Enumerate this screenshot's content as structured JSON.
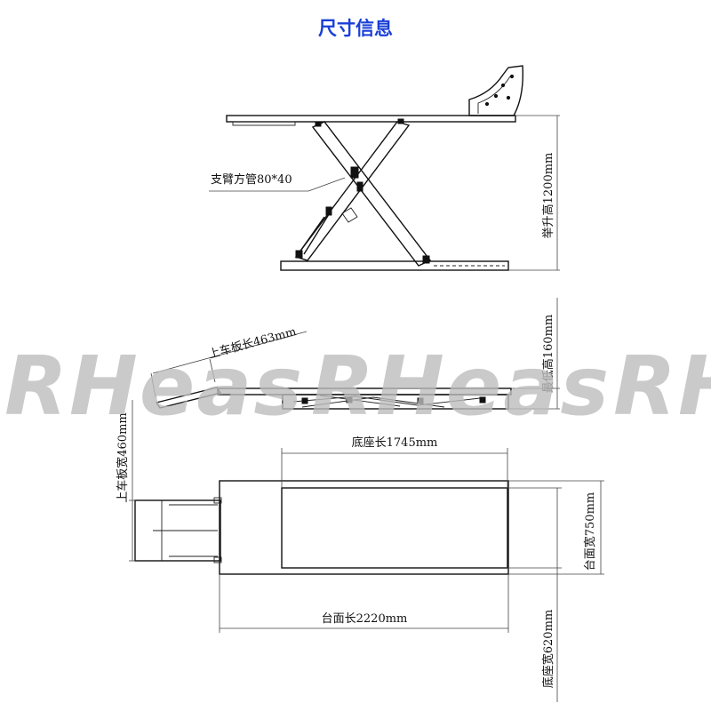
{
  "title": "尺寸信息",
  "accent_color": "#1a3fd6",
  "watermark": {
    "text": "RHeas"
  },
  "labels": {
    "arm_tube": "支臂方管80*40",
    "lift_height": "举升高1200mm",
    "min_height": "最低高160mm",
    "ramp_length": "上车板长463mm",
    "ramp_width": "上车板宽460mm",
    "base_length": "底座长1745mm",
    "deck_width": "台面宽750mm",
    "deck_length": "台面长2220mm",
    "base_width": "底座宽620mm"
  }
}
